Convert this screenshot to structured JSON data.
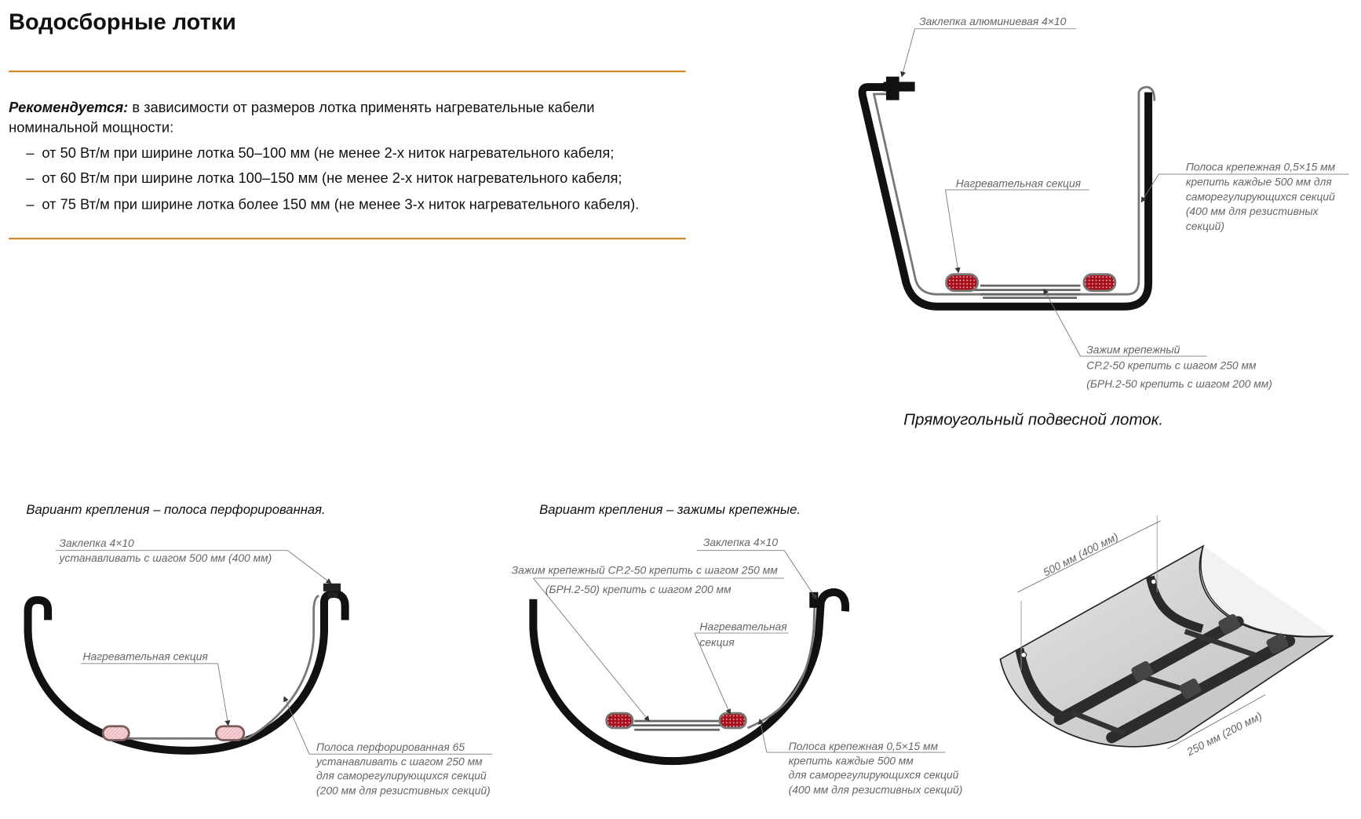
{
  "header": {
    "title": "Водосборные лотки",
    "accent_color": "#d08a2a"
  },
  "recommendation": {
    "lead": "Рекомендуется:",
    "text_line1": " в зависимости от размеров лотка применять нагревательные кабели",
    "text_line2": "номинальной мощности:",
    "bullets": [
      "от 50 Вт/м при ширине лотка 50–100 мм (не менее 2-х ниток нагревательного кабеля;",
      "от 60 Вт/м при ширине лотка 100–150 мм (не менее 2-х ниток нагревательного кабеля;",
      "от 75 Вт/м при ширине лотка более 150 мм (не менее 3-х ниток нагревательного кабеля)."
    ],
    "bullet_mark": "–"
  },
  "rect_tray": {
    "caption": "Прямоугольный подвесной лоток.",
    "rivet": "Заклепка алюминиевая 4×10",
    "section": "Нагревательная секция",
    "strip": [
      "Полоса крепежная 0,5×15 мм",
      "крепить каждые 500 мм для",
      "саморегулирующихся секций",
      "(400 мм для резистивных",
      "секций)"
    ],
    "clamp": [
      "Зажим крепежный",
      "СР.2-50 крепить с шагом 250 мм",
      "(БРН.2-50 крепить с шагом 200 мм)"
    ]
  },
  "perforated_variant": {
    "caption": "Вариант крепления – полоса перфорированная.",
    "rivet": [
      "Заклепка 4×10",
      "устанавливать с шагом 500 мм (400 мм)"
    ],
    "section": "Нагревательная секция",
    "strip": [
      "Полоса перфорированная 65",
      "устанавливать с шагом 250 мм",
      "для саморегулирующихся секций",
      "(200 мм для резистивных секций)"
    ]
  },
  "clamp_variant": {
    "caption": "Вариант крепления – зажимы крепежные.",
    "rivet": "Заклепка 4×10",
    "clamp": [
      "Зажим крепежный СР.2-50 крепить с шагом 250 мм",
      "(БРН.2-50) крепить с шагом 200 мм"
    ],
    "section": [
      "Нагревательная",
      "секция"
    ],
    "strip": [
      "Полоса крепежная 0,5×15 мм",
      "крепить каждые 500 мм",
      "для саморегулирующихся секций",
      "(400 мм для резистивных секций)"
    ]
  },
  "iso_view": {
    "dim_long": "500 мм (400 мм)",
    "dim_short": "250 мм (200 мм)"
  }
}
